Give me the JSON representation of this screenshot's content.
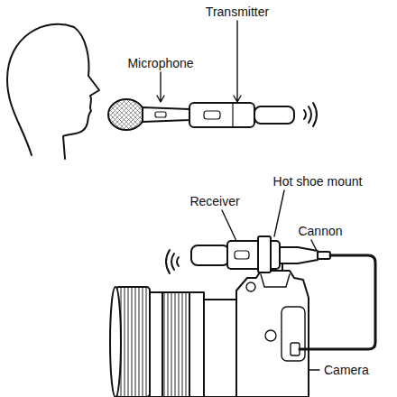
{
  "diagram": {
    "labels": [
      "Microphone",
      "Transmitter",
      "Receiver",
      "Hot shoe mount",
      "Cannon",
      "Camera"
    ]
  }
}
